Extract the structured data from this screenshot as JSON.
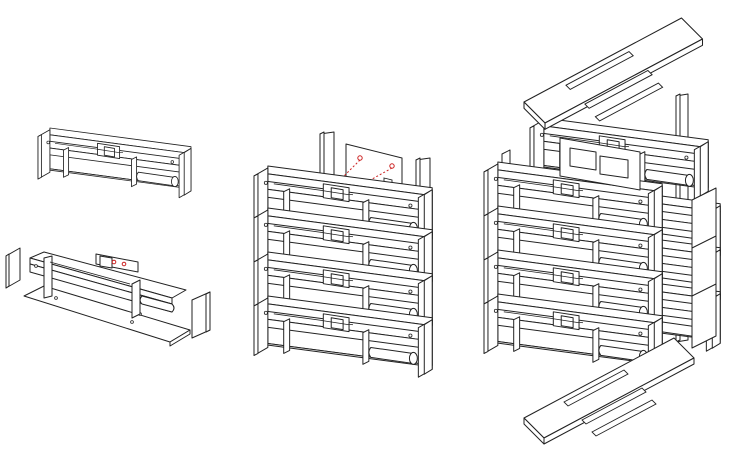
{
  "figure": {
    "background": "#ffffff",
    "line_color": "#222222",
    "guide_color": "#cc2222",
    "panels": [
      {
        "id": "single-module-and-exploded-tray",
        "kind": "exploded-single-unit"
      },
      {
        "id": "four-module-column-with-plate",
        "kind": "stacked-column",
        "module_count": 4
      },
      {
        "id": "full-rack-exploded-with-covers",
        "kind": "full-assembly",
        "module_count": 4,
        "has_top_cover": true,
        "has_bottom_cover": true
      }
    ]
  }
}
